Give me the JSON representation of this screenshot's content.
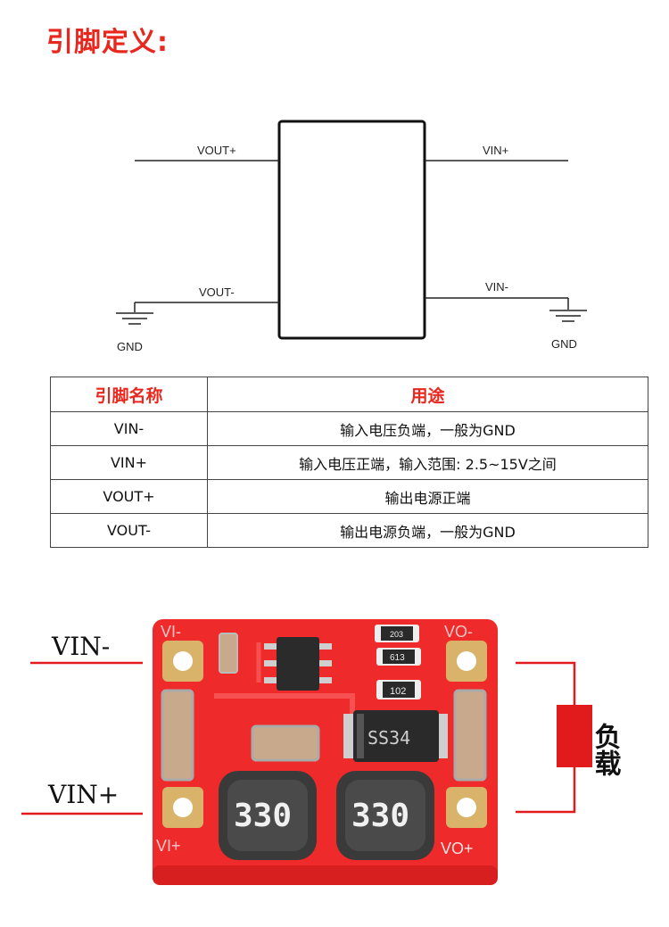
{
  "title": "引脚定义:",
  "diagram": {
    "pins": {
      "vout_pos": "VOUT+",
      "vout_neg": "VOUT-",
      "vin_pos": "VIN+",
      "vin_neg": "VIN-"
    },
    "gnd_left": "GND",
    "gnd_right": "GND"
  },
  "table": {
    "headers": [
      "引脚名称",
      "用途"
    ],
    "rows": [
      {
        "name": "VIN-",
        "use": "输入电压负端，一般为GND"
      },
      {
        "name": "VIN+",
        "use": "输入电压正端，输入范围: 2.5~15V之间"
      },
      {
        "name": "VOUT+",
        "use": "输出电源正端"
      },
      {
        "name": "VOUT-",
        "use": "输出电源负端，一般为GND"
      }
    ]
  },
  "board": {
    "wire_labels": {
      "vin_neg": "VIN-",
      "vin_pos": "VIN+"
    },
    "silk": {
      "vi_neg": "VI-",
      "vi_pos": "VI+",
      "vo_neg": "VO-",
      "vo_pos": "VO+"
    },
    "inductor_left": "330",
    "inductor_right": "330",
    "diode": "SS34",
    "res_top": "203",
    "res_mid": "613",
    "res_bottom": "102",
    "load_label": "负载",
    "colors": {
      "pcb": "#ee2a2a",
      "pad": "#d9b36a",
      "wire": "#e11b1b",
      "inductor": "#3a3a3a"
    }
  }
}
